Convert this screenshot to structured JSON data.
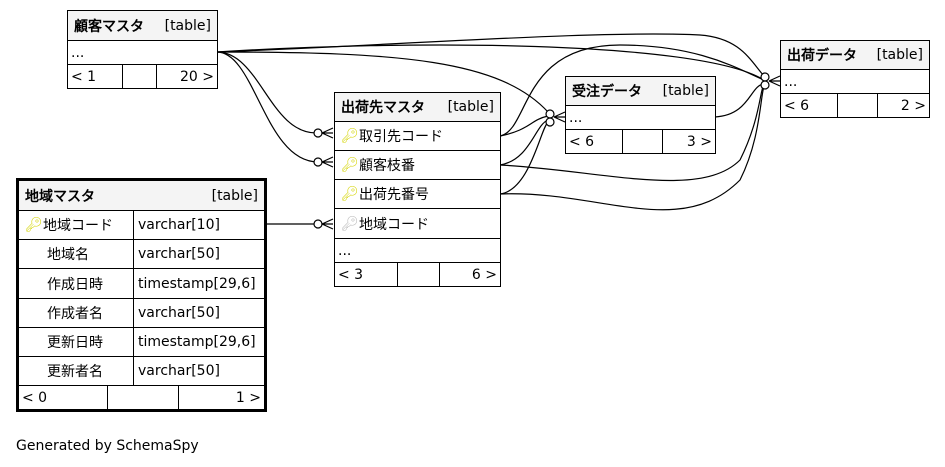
{
  "type_label": "[table]",
  "tables": {
    "kokyaku": {
      "name": "顧客マスタ",
      "more": "...",
      "footer": {
        "left": "< 1",
        "right": "20 >"
      }
    },
    "shukkasaki": {
      "name": "出荷先マスタ",
      "columns": [
        {
          "name": "取引先コード",
          "key": "primary"
        },
        {
          "name": "顧客枝番",
          "key": "primary"
        },
        {
          "name": "出荷先番号",
          "key": "primary"
        },
        {
          "name": "地域コード",
          "key": "foreign"
        }
      ],
      "more": "...",
      "footer": {
        "left": "< 3",
        "right": "6 >"
      }
    },
    "juchu": {
      "name": "受注データ",
      "more": "...",
      "footer": {
        "left": "< 6",
        "right": "3 >"
      }
    },
    "shukka": {
      "name": "出荷データ",
      "more": "...",
      "footer": {
        "left": "< 6",
        "right": "2 >"
      }
    },
    "chiiki": {
      "name": "地域マスタ",
      "columns": [
        {
          "name": "地域コード",
          "type": "varchar[10]",
          "key": "primary"
        },
        {
          "name": "地域名",
          "type": "varchar[50]"
        },
        {
          "name": "作成日時",
          "type": "timestamp[29,6]"
        },
        {
          "name": "作成者名",
          "type": "varchar[50]"
        },
        {
          "name": "更新日時",
          "type": "timestamp[29,6]"
        },
        {
          "name": "更新者名",
          "type": "varchar[50]"
        }
      ],
      "footer": {
        "left": "< 0",
        "right": "1 >"
      }
    }
  },
  "colors": {
    "primary_key": "#d4d400",
    "foreign_key": "#b8b8b8",
    "header_bg": "#f4f4f4"
  },
  "generated_by": "Generated by SchemaSpy"
}
